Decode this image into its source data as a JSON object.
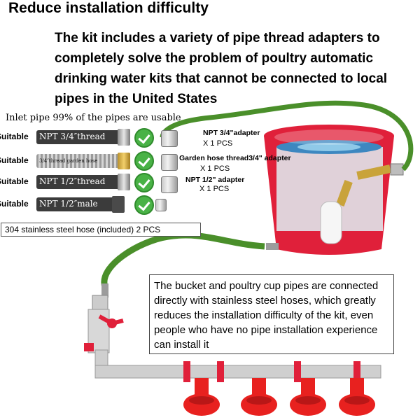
{
  "heading": "Reduce installation difficulty",
  "intro": "The kit includes a variety of pipe thread adapters to completely solve the problem of poultry automatic drinking water kits that cannot be connected to local pipes in the United States",
  "inlet_caption": "Inlet pipe  99% of the pipes are usable",
  "pipe_rows": [
    {
      "status": "Suitable",
      "label": "NPT 3/4″thread"
    },
    {
      "status": "Suitable",
      "label": "3/4″thread garden hose"
    },
    {
      "status": "Suitable",
      "label": "NPT 1/2″thread"
    },
    {
      "status": "Suitable",
      "label": "NPT 1/2″male"
    }
  ],
  "adapters": [
    {
      "name": "NPT 3/4\"adapter",
      "qty": "X 1 PCS"
    },
    {
      "name": "Garden hose thread3/4\" adapter",
      "qty": "X 1 PCS"
    },
    {
      "name": "NPT 1/2\" adapter",
      "qty": "X 1 PCS"
    }
  ],
  "hose_label": "304 stainless steel hose (included)  2 PCS",
  "description": "The bucket and poultry cup pipes are connected directly with stainless steel hoses, which greatly reduces the installation difficulty of the kit, even people who have no pipe installation experience can install it",
  "colors": {
    "bucket_red": "#e0203a",
    "hose_green": "#4a8f2a",
    "check_green": "#49b246",
    "pipe_grey": "#cfcfcf",
    "cup_red": "#e8211f"
  }
}
